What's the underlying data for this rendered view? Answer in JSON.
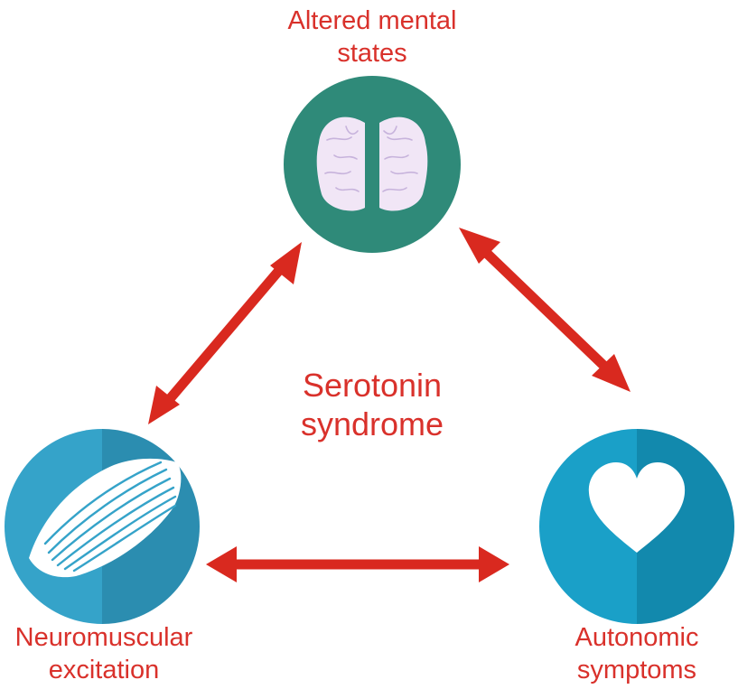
{
  "nodes": {
    "top": {
      "lines": [
        "Altered mental",
        "states"
      ],
      "icon": "brain-icon",
      "color": "#2f8a79"
    },
    "left": {
      "lines": [
        "Neuromuscular",
        "excitation"
      ],
      "icon": "muscle-icon",
      "color": "#35a3c9",
      "shade": "#2b8db0"
    },
    "right": {
      "lines": [
        "Autonomic",
        "symptoms"
      ],
      "icon": "heart-icon",
      "color": "#1aa0c8",
      "shade": "#1289ad"
    }
  },
  "center": {
    "lines": [
      "Serotonin",
      "syndrome"
    ]
  },
  "colors": {
    "label": "#d9312b",
    "arrow": "#d9291f",
    "brain": "#f1e6f6",
    "brain_lines": "#c7b3dc"
  }
}
